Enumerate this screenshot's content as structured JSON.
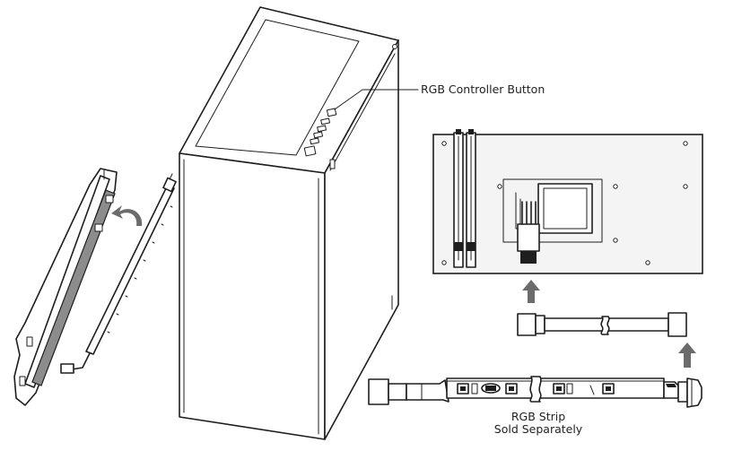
{
  "labels": {
    "controller_button": "RGB Controller Button",
    "strip_line1": "RGB Strip",
    "strip_line2": "Sold Separately"
  },
  "colors": {
    "line": "#1e1e1e",
    "panel_fill": "#ffffff",
    "board_fill": "#f4f4f4",
    "diffuser_fill": "#8c8c8c",
    "arrow_fill": "#6b6b6b"
  },
  "icons": [
    "curved-arrow-icon",
    "up-arrow-icon",
    "wavy-break-icon"
  ]
}
